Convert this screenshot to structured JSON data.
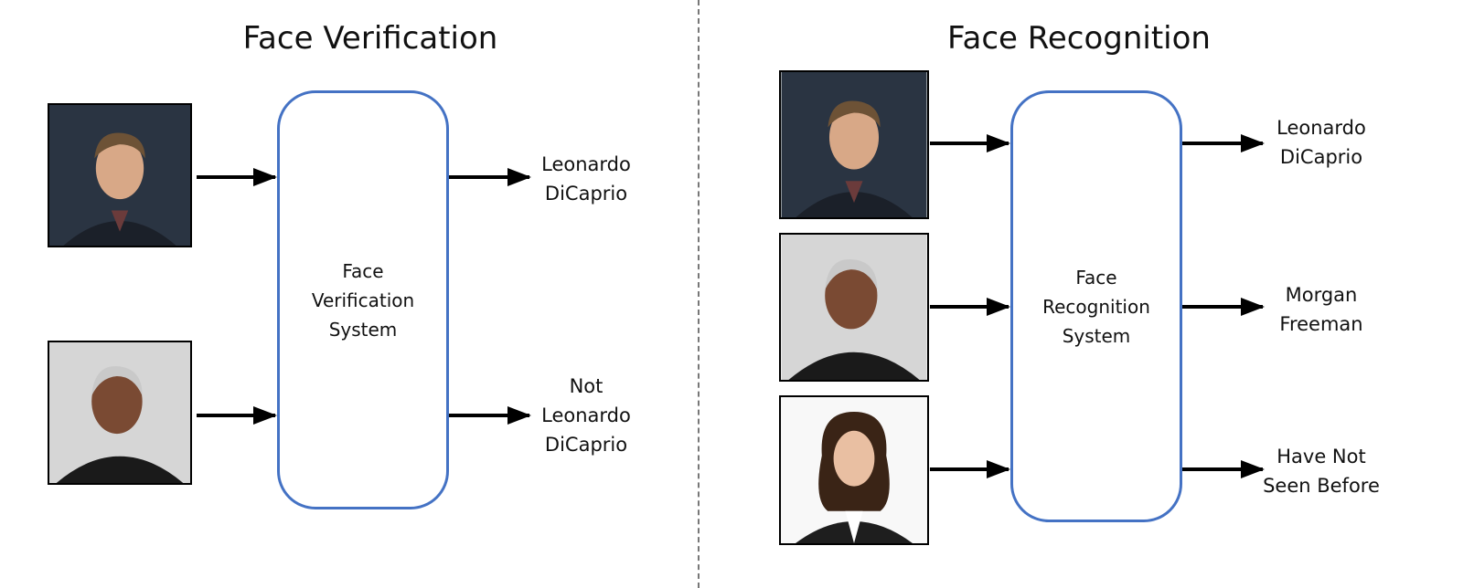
{
  "verification": {
    "title": "Face Verification",
    "system_line1": "Face",
    "system_line2": "Verification",
    "system_line3": "System",
    "outputs": [
      {
        "line1": "Leonardo",
        "line2": "DiCaprio"
      },
      {
        "line1": "Not",
        "line2": "Leonardo",
        "line3": "DiCaprio"
      }
    ]
  },
  "recognition": {
    "title": "Face Recognition",
    "system_line1": "Face",
    "system_line2": "Recognition",
    "system_line3": "System",
    "outputs": [
      {
        "line1": "Leonardo",
        "line2": "DiCaprio"
      },
      {
        "line1": "Morgan",
        "line2": "Freeman"
      },
      {
        "line1": "Have Not",
        "line2": "Seen Before"
      }
    ]
  },
  "colors": {
    "box_border": "#4472C4",
    "divider": "#777777"
  }
}
